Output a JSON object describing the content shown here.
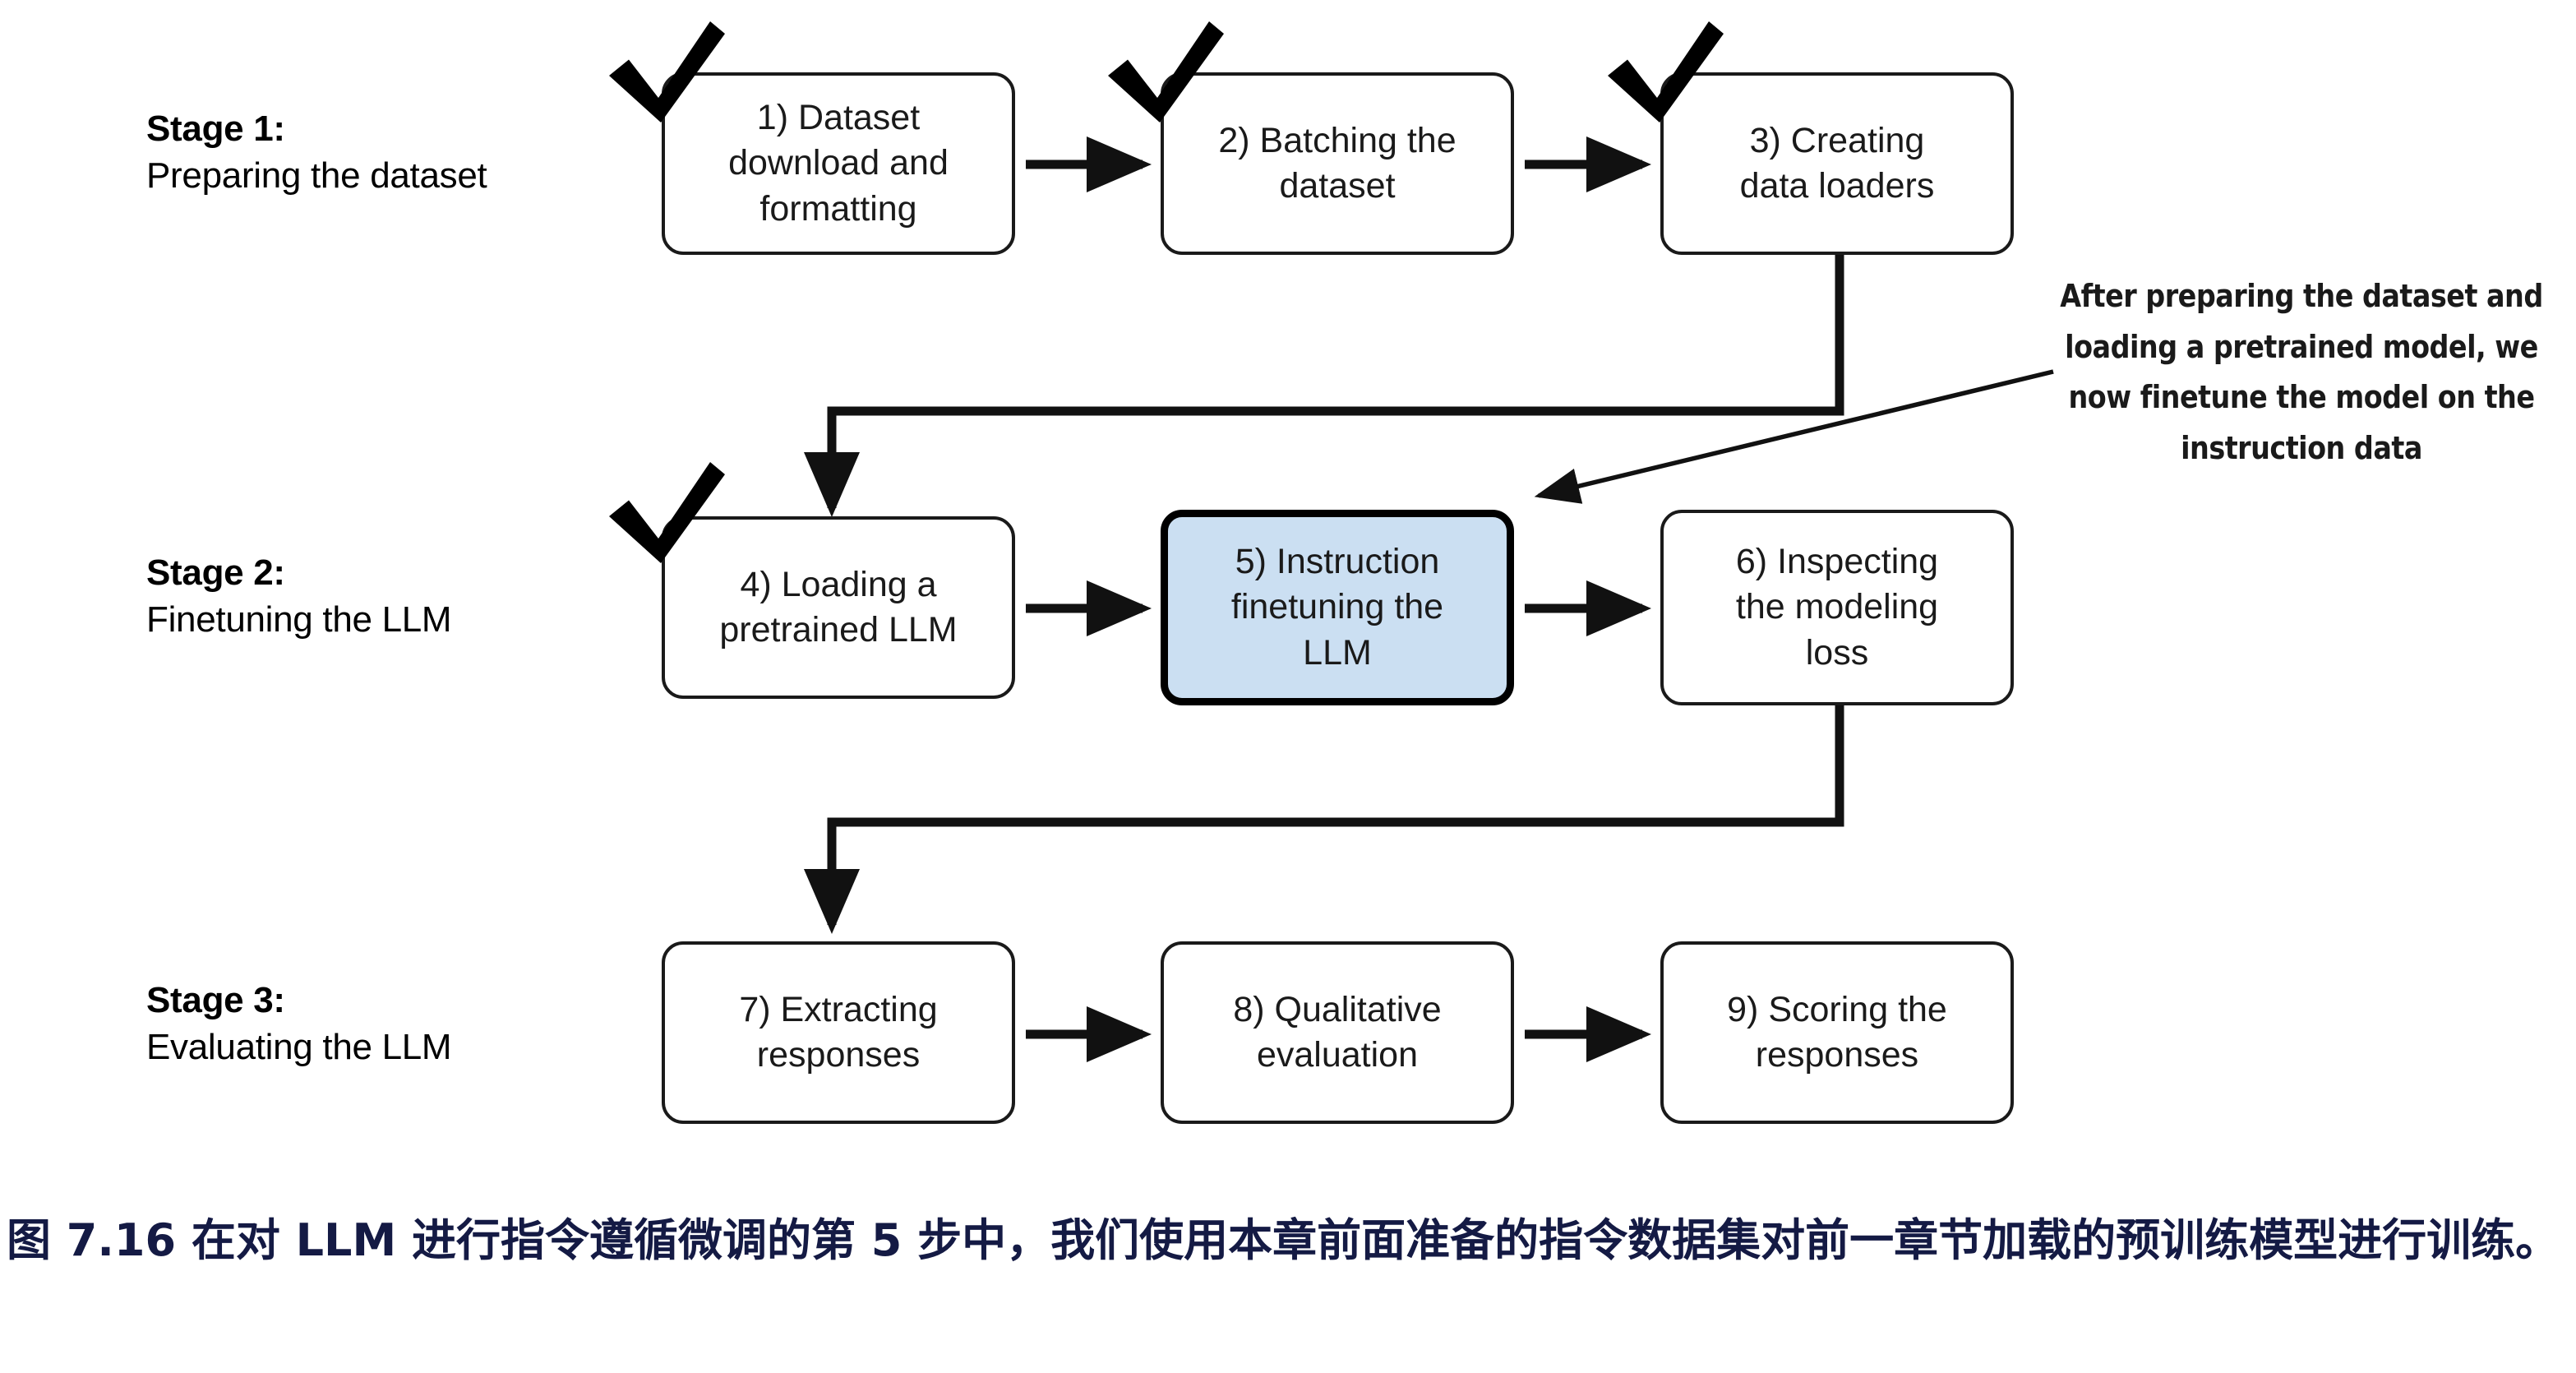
{
  "figure": {
    "title_caption": "图 7.16 在对 LLM 进行指令遵循微调的第 5 步中，我们使用本章前面准备的指令数据集对前一章节加载的预训练模型进行训练。"
  },
  "stages": [
    {
      "title": "Stage 1:",
      "subtitle": "Preparing the dataset"
    },
    {
      "title": "Stage 2:",
      "subtitle": "Finetuning the LLM"
    },
    {
      "title": "Stage 3:",
      "subtitle": "Evaluating the LLM"
    }
  ],
  "nodes": [
    {
      "id": "step-1",
      "lines": [
        "1) Dataset",
        "download and",
        "formatting"
      ],
      "checked": true,
      "highlighted": false
    },
    {
      "id": "step-2",
      "lines": [
        "2) Batching the",
        "dataset"
      ],
      "checked": true,
      "highlighted": false
    },
    {
      "id": "step-3",
      "lines": [
        "3) Creating",
        "data loaders"
      ],
      "checked": true,
      "highlighted": false
    },
    {
      "id": "step-4",
      "lines": [
        "4) Loading a",
        "pretrained LLM"
      ],
      "checked": true,
      "highlighted": false
    },
    {
      "id": "step-5",
      "lines": [
        "5) Instruction",
        "finetuning the",
        "LLM"
      ],
      "checked": false,
      "highlighted": true
    },
    {
      "id": "step-6",
      "lines": [
        "6) Inspecting",
        "the modeling",
        "loss"
      ],
      "checked": false,
      "highlighted": false
    },
    {
      "id": "step-7",
      "lines": [
        "7) Extracting",
        "responses"
      ],
      "checked": false,
      "highlighted": false
    },
    {
      "id": "step-8",
      "lines": [
        "8) Qualitative",
        "evaluation"
      ],
      "checked": false,
      "highlighted": false
    },
    {
      "id": "step-9",
      "lines": [
        "9) Scoring the",
        "responses"
      ],
      "checked": false,
      "highlighted": false
    }
  ],
  "annotation": {
    "lines": [
      "After preparing the dataset and",
      "loading a pretrained model, we",
      "now finetune the model on the",
      "instruction data"
    ]
  },
  "colors": {
    "highlight_fill": "#cbdff2",
    "stroke": "#1a1a1a",
    "caption_text": "#141a44",
    "background": "#ffffff"
  }
}
